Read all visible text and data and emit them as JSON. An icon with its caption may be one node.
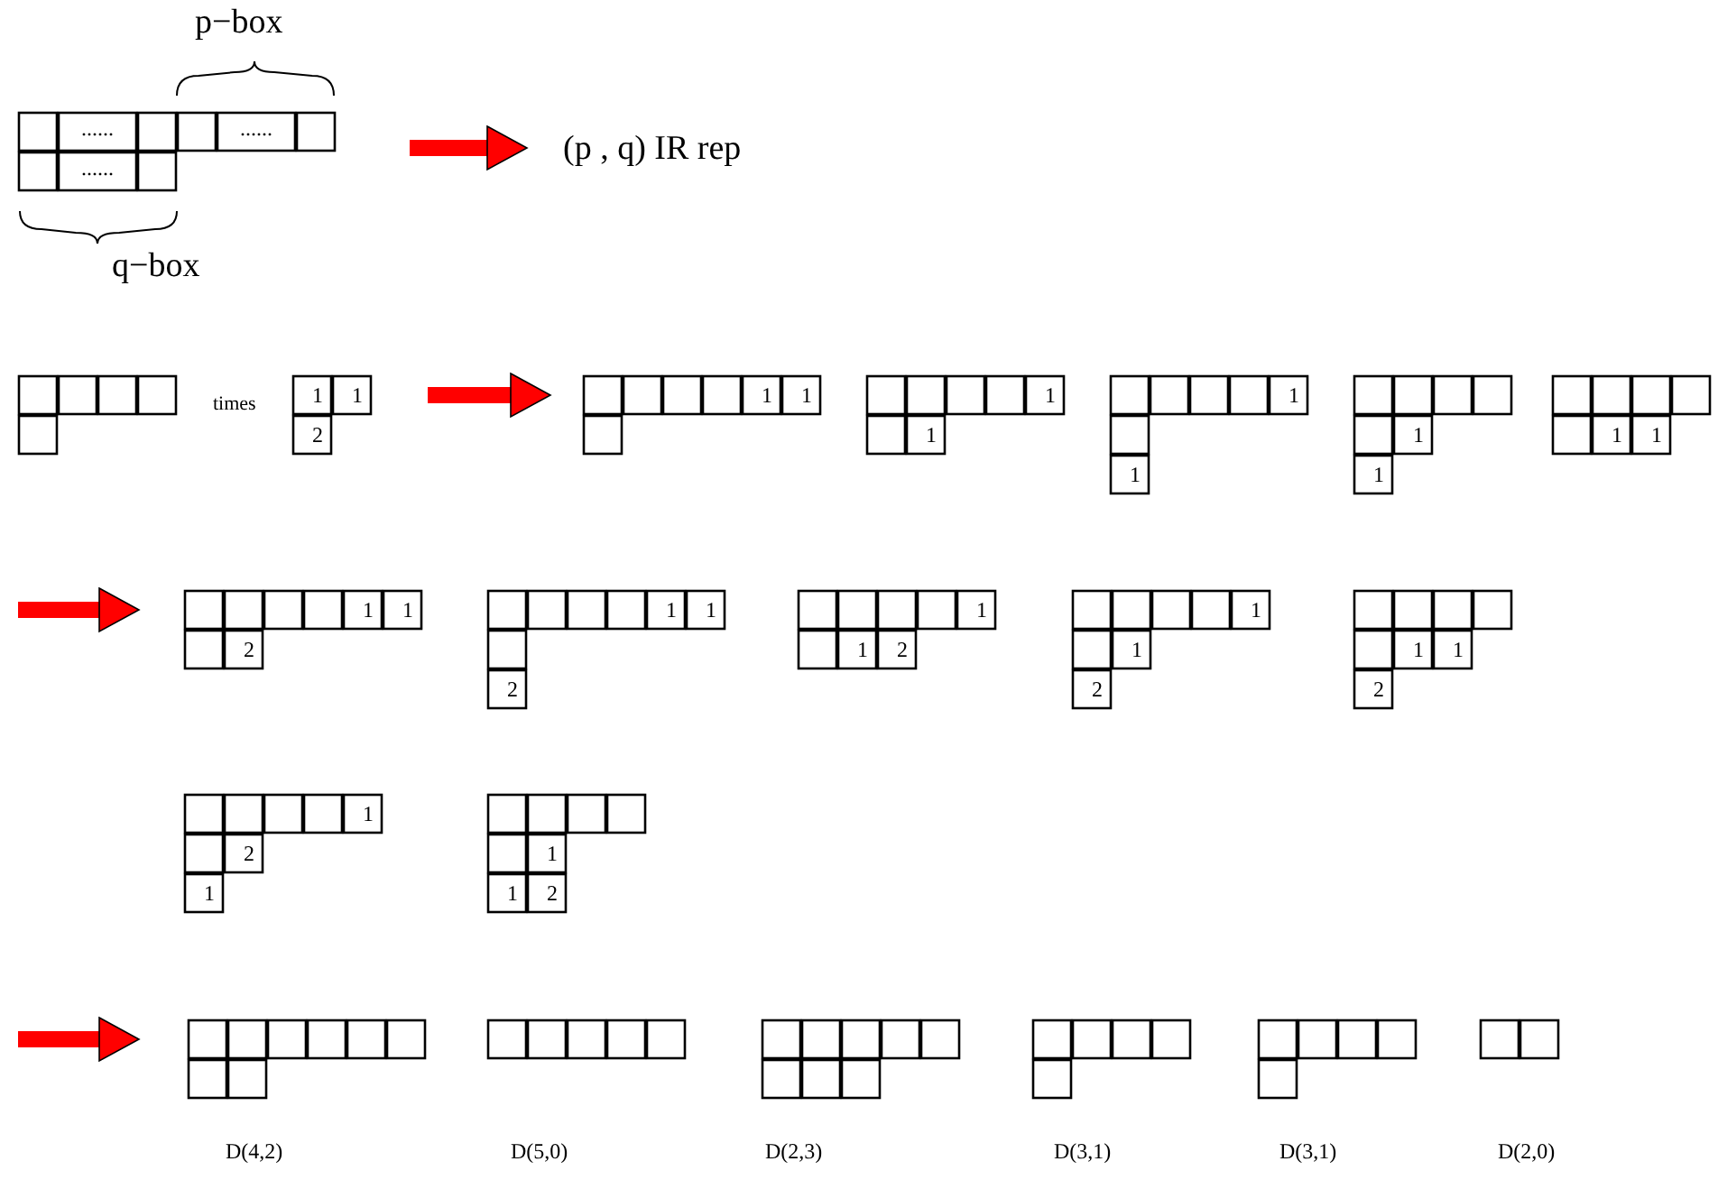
{
  "diagram": {
    "nodes": [
      {
        "text": [
          "......",
          "......",
          "......"
        ]
      },
      {
        "text": [
          "(p , q) IR rep"
        ]
      },
      {
        "text": [],
        "shape": "grid"
      },
      {
        "text": [
          "1",
          "1",
          "2"
        ]
      },
      {
        "text": [
          "1",
          "1"
        ]
      },
      {
        "text": [
          "1",
          "1"
        ]
      },
      {
        "text": [
          "1",
          "1"
        ]
      },
      {
        "text": [
          "1",
          "1"
        ]
      },
      {
        "text": [
          "1",
          "1"
        ]
      },
      {
        "text": [
          "1",
          "1",
          "2"
        ]
      },
      {
        "text": [
          "1",
          "1",
          "2"
        ]
      },
      {
        "text": [
          "1",
          "1",
          "2"
        ]
      },
      {
        "text": [
          "1",
          "1",
          "2"
        ]
      },
      {
        "text": [
          "1",
          "1",
          "2"
        ]
      },
      {
        "text": [
          "1",
          "2",
          "1"
        ]
      },
      {
        "text": [
          "1",
          "1",
          "2"
        ]
      },
      {
        "text": [],
        "shape": "grid",
        "beside": [
          "D(4,2)"
        ]
      },
      {
        "text": [],
        "shape": "grid",
        "beside": [
          "D(5,0)"
        ]
      },
      {
        "text": [],
        "shape": "grid",
        "beside": [
          "D(2,3)"
        ]
      },
      {
        "text": [],
        "shape": "grid",
        "beside": [
          "D(3,1)"
        ]
      },
      {
        "text": [],
        "shape": "grid",
        "beside": [
          "D(3,1)"
        ]
      },
      {
        "text": [],
        "shape": "grid",
        "beside": [
          "D(2,0)"
        ]
      }
    ],
    "edges": [
      {
        "from": 0,
        "to": 1,
        "arrow": "to",
        "color": "#ff0000"
      },
      {
        "from": 3,
        "to": 4,
        "arrow": "to",
        "color": "#ff0000"
      },
      {
        "from": null,
        "to": 9,
        "arrow": "to",
        "color": "#ff0000"
      },
      {
        "from": null,
        "to": 16,
        "arrow": "to",
        "color": "#ff0000"
      }
    ],
    "labels": [
      "p−box",
      "q−box",
      "times"
    ]
  }
}
